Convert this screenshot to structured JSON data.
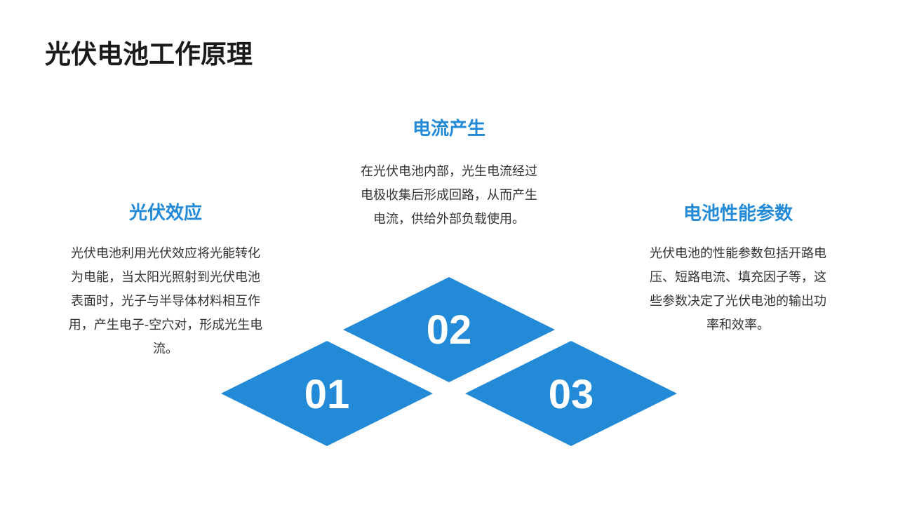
{
  "title": "光伏电池工作原理",
  "accent_color": "#228ad7",
  "steps": [
    {
      "number": "01",
      "title": "光伏效应",
      "lines": [
        "光伏电池利用光伏效应将光能转化",
        "为电能，当太阳光照射到光伏电池",
        "表面时，光子与半导体材料相互作",
        "用，产生电子-空穴对，形成光生电",
        "流。"
      ]
    },
    {
      "number": "02",
      "title": "电流产生",
      "lines": [
        "在光伏电池内部，光生电流经过",
        "电极收集后形成回路，从而产生",
        "电流，供给外部负载使用。"
      ]
    },
    {
      "number": "03",
      "title": "电池性能参数",
      "lines": [
        "光伏电池的性能参数包括开路电",
        "压、短路电流、填充因子等，这",
        "些参数决定了光伏电池的输出功",
        "率和效率。"
      ]
    }
  ]
}
